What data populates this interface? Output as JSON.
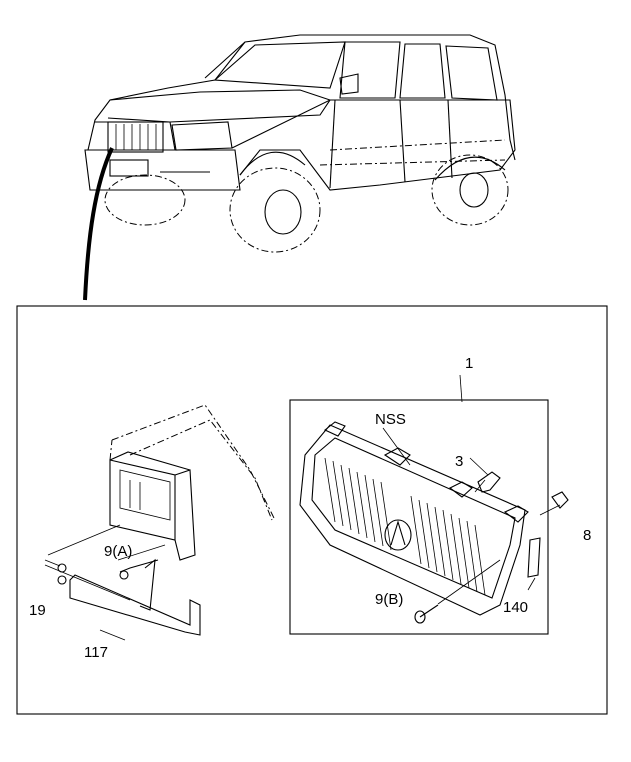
{
  "callouts": {
    "assembly": "1",
    "nss": "NSS",
    "part3": "3",
    "part8": "8",
    "part140": "140",
    "part9b": "9(B)",
    "part9a": "9(A)",
    "part19": "19",
    "part117": "117"
  }
}
